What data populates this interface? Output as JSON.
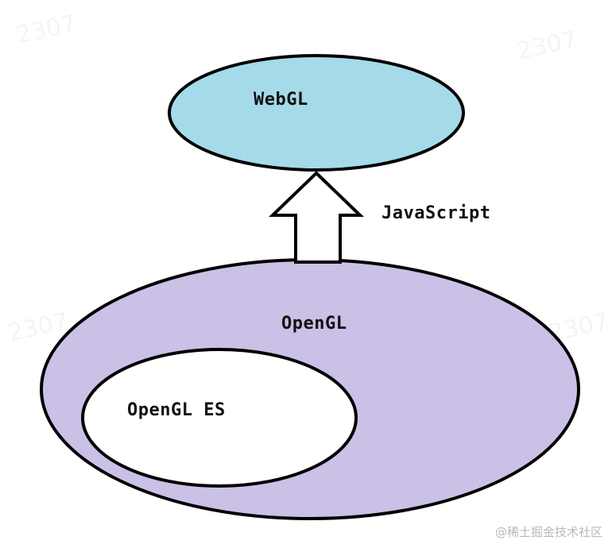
{
  "diagram": {
    "nodes": {
      "webgl": {
        "label": "WebGL",
        "fill": "#a5dbe8"
      },
      "opengl": {
        "label": "OpenGL",
        "fill": "#cbc0e6"
      },
      "opengl_es": {
        "label": "OpenGL ES",
        "fill": "#ffffff"
      }
    },
    "arrow": {
      "label": "JavaScript",
      "from": "opengl",
      "to": "webgl",
      "fill": "#ffffff"
    },
    "outline_color": "#000000"
  },
  "watermarks": [
    "2307",
    "2307",
    "2307",
    "2307"
  ],
  "footer": {
    "credit": "@稀土掘金技术社区"
  }
}
